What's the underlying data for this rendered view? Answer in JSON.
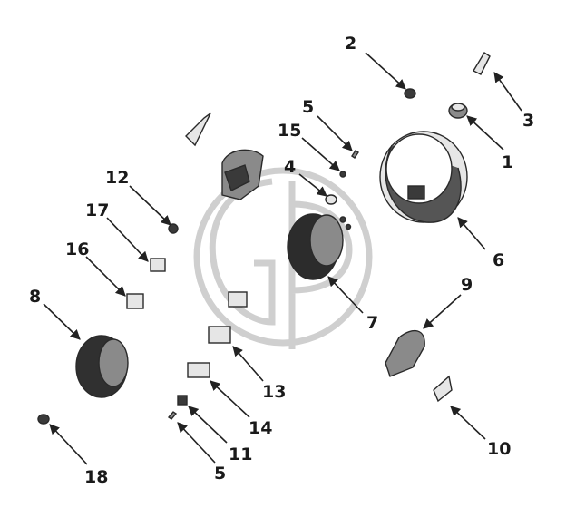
{
  "callouts": [
    {
      "id": "1",
      "text": "1"
    },
    {
      "id": "2",
      "text": "2"
    },
    {
      "id": "3",
      "text": "3"
    },
    {
      "id": "4",
      "text": "4"
    },
    {
      "id": "5a",
      "text": "5"
    },
    {
      "id": "5b",
      "text": "5"
    },
    {
      "id": "6",
      "text": "6"
    },
    {
      "id": "7",
      "text": "7"
    },
    {
      "id": "8",
      "text": "8"
    },
    {
      "id": "9",
      "text": "9"
    },
    {
      "id": "10",
      "text": "10"
    },
    {
      "id": "11",
      "text": "11"
    },
    {
      "id": "12",
      "text": "12"
    },
    {
      "id": "13",
      "text": "13"
    },
    {
      "id": "14",
      "text": "14"
    },
    {
      "id": "15",
      "text": "15"
    },
    {
      "id": "16",
      "text": "16"
    },
    {
      "id": "17",
      "text": "17"
    },
    {
      "id": "18",
      "text": "18"
    }
  ]
}
